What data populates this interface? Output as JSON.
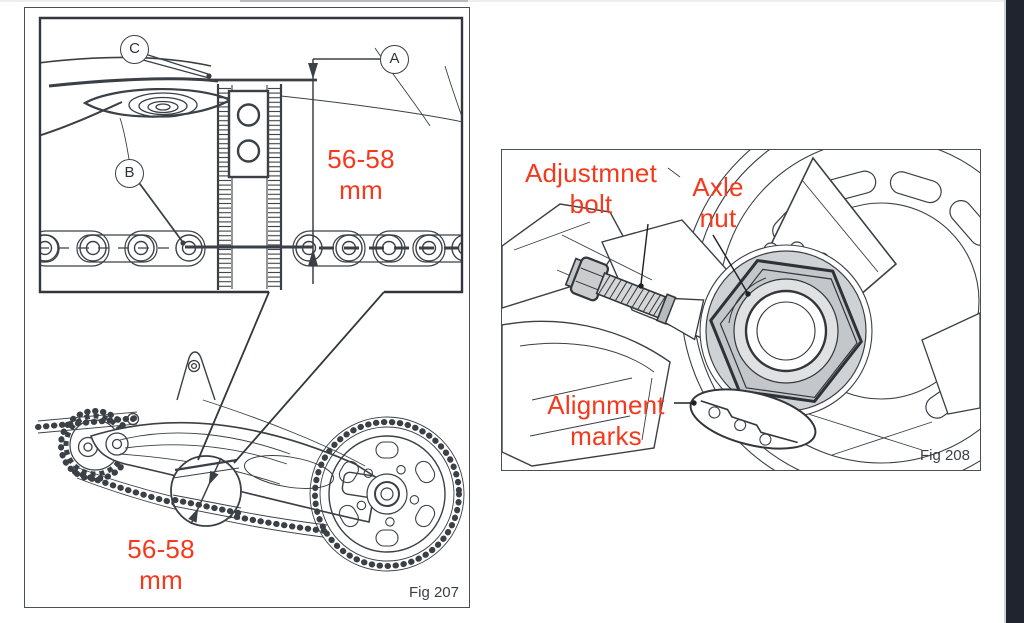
{
  "page": {
    "type": "service-manual-figures",
    "colors": {
      "accent_red": "#f5391d",
      "line_art": "#3b4046",
      "panel_border": "#4a4f55",
      "sidebar_dark": "#20242e"
    }
  },
  "fig207": {
    "caption": "Fig 207",
    "callouts": {
      "c": "C",
      "a": "A",
      "b": "B"
    },
    "detail_measurement": {
      "value": "56-58",
      "unit": "mm"
    },
    "overview_measurement": {
      "value": "56-58",
      "unit": "mm"
    }
  },
  "fig208": {
    "caption": "Fig 208",
    "labels": {
      "adjustment_bolt": {
        "line1": "Adjustmnet",
        "line2": "bolt"
      },
      "axle_nut": {
        "line1": "Axle",
        "line2": "nut"
      },
      "alignment_marks": {
        "line1": "Alignment",
        "line2": "marks"
      }
    }
  }
}
